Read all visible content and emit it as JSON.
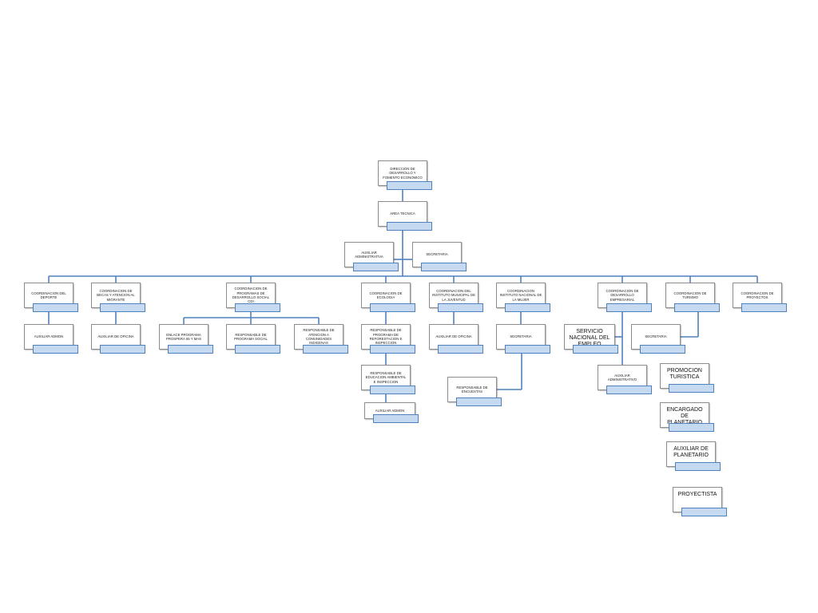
{
  "colors": {
    "connector": "#4f81bd",
    "name_tag_fill": "#c5d9f1",
    "box_border": "#8c8c8c"
  },
  "nodes": [
    {
      "id": "direccion",
      "label": "DIRECCION DE DESARROLLO Y FOMENTO ECONOMICO"
    },
    {
      "id": "area_tecnica",
      "label": "AREA TECNICA"
    },
    {
      "id": "aux_admva",
      "label": "AUXILIAR ADMINISTRATIVA"
    },
    {
      "id": "secretaria_top",
      "label": "SECRETARIA"
    },
    {
      "id": "coord_deporte",
      "label": "COORDINACION DEL DEPORTE"
    },
    {
      "id": "coord_becas",
      "label": "COORDINACION DE BECAS Y ATENCION AL MIGRANTE"
    },
    {
      "id": "coord_programas",
      "label": "COORDINACION DE PROGRAMAS DE DESARROLLO SOCIAL CDI"
    },
    {
      "id": "coord_ecologia",
      "label": "COORDINACION DE ECOLOGIA"
    },
    {
      "id": "coord_juventud",
      "label": "COORDINACION DEL INSTITUTO MUNICIPAL DE LA JUVENTUD"
    },
    {
      "id": "coord_mujer",
      "label": "COORDINACION INSTITUTO NACIONAL DE LA MUJER"
    },
    {
      "id": "coord_empresarial",
      "label": "COORDINACION DE DESARROLLO EMPRESARIAL"
    },
    {
      "id": "coord_turismo",
      "label": "COORDINACION DE TURISMO"
    },
    {
      "id": "coord_proyectos",
      "label": "COORDINACION DE PROYECTOS"
    },
    {
      "id": "aux_admon_deporte",
      "label": "AUXILIAR ADMON"
    },
    {
      "id": "aux_oficina_becas",
      "label": "AUXILIAR DE OFICINA"
    },
    {
      "id": "enlace_prospera",
      "label": "ENLACE PROGRAMA PROSPERA 65 Y MAS"
    },
    {
      "id": "resp_programa_social",
      "label": "RESPONSABLE DE PROGRAMA SOCIAL"
    },
    {
      "id": "resp_indigenas",
      "label": "RESPONSABLE DE ATENCION A COMUNIDADES INDIGENAS"
    },
    {
      "id": "resp_reforestacion",
      "label": "RESPONSABLE DE PROGRAMA DE REFORESTACION E INSPECCION"
    },
    {
      "id": "resp_educacion_amb",
      "label": "RESPONSABLE DE EDUCACION AMBIENTAL E INSPECCION"
    },
    {
      "id": "aux_admon_ecologia",
      "label": "AUXILIAR ADMON"
    },
    {
      "id": "aux_oficina_juventud",
      "label": "AUXILIAR DE OFICINA"
    },
    {
      "id": "secretaria_mujer",
      "label": "SECRETARIA"
    },
    {
      "id": "resp_encuestas",
      "label": "RESPONSABLE DE ENCUESTAS"
    },
    {
      "id": "servicio_empleo",
      "label": "SERVICIO NACIONAL DEL EMPLEO"
    },
    {
      "id": "aux_admvo_empresarial",
      "label": "AUXILIAR ADMINISTRATIVO"
    },
    {
      "id": "secretaria_turismo",
      "label": "SECRETARIA"
    },
    {
      "id": "promocion_turistica",
      "label": "PROMOCION TURISTICA"
    },
    {
      "id": "encargado_planetario",
      "label": "ENCARGADO DE PLANETARIO"
    },
    {
      "id": "aux_planetario",
      "label": "AUXILIAR DE PLANETARIO"
    },
    {
      "id": "proyectista",
      "label": "PROYECTISTA"
    }
  ],
  "edges": [
    [
      "direccion",
      "area_tecnica"
    ],
    [
      "area_tecnica",
      "aux_admva"
    ],
    [
      "area_tecnica",
      "secretaria_top"
    ],
    [
      "area_tecnica",
      "coord_deporte"
    ],
    [
      "area_tecnica",
      "coord_becas"
    ],
    [
      "area_tecnica",
      "coord_programas"
    ],
    [
      "area_tecnica",
      "coord_ecologia"
    ],
    [
      "area_tecnica",
      "coord_juventud"
    ],
    [
      "area_tecnica",
      "coord_mujer"
    ],
    [
      "area_tecnica",
      "coord_empresarial"
    ],
    [
      "area_tecnica",
      "coord_turismo"
    ],
    [
      "area_tecnica",
      "coord_proyectos"
    ],
    [
      "coord_deporte",
      "aux_admon_deporte"
    ],
    [
      "coord_becas",
      "aux_oficina_becas"
    ],
    [
      "coord_programas",
      "enlace_prospera"
    ],
    [
      "coord_programas",
      "resp_programa_social"
    ],
    [
      "coord_programas",
      "resp_indigenas"
    ],
    [
      "coord_ecologia",
      "resp_reforestacion"
    ],
    [
      "resp_reforestacion",
      "resp_educacion_amb"
    ],
    [
      "resp_educacion_amb",
      "aux_admon_ecologia"
    ],
    [
      "coord_juventud",
      "aux_oficina_juventud"
    ],
    [
      "coord_mujer",
      "secretaria_mujer"
    ],
    [
      "secretaria_mujer",
      "resp_encuestas"
    ],
    [
      "coord_empresarial",
      "servicio_empleo"
    ],
    [
      "coord_empresarial",
      "aux_admvo_empresarial"
    ],
    [
      "coord_turismo",
      "secretaria_turismo"
    ]
  ]
}
